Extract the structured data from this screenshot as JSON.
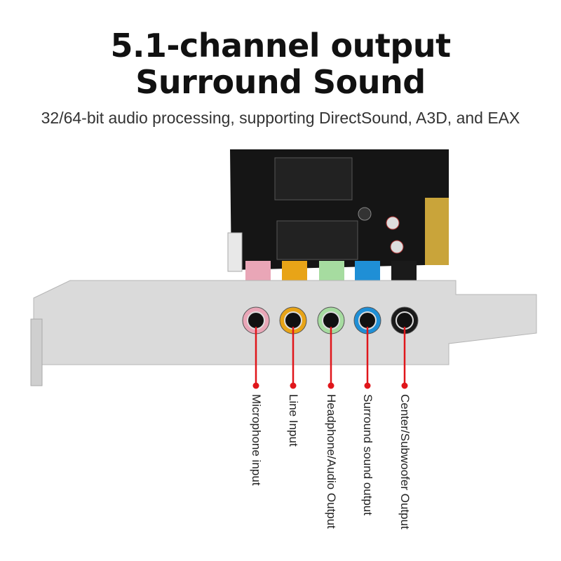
{
  "header": {
    "title_line1": "5.1-channel output",
    "title_line2": "Surround Sound",
    "subtitle": "32/64-bit audio processing, supporting DirectSound, A3D, and EAX"
  },
  "ports": [
    {
      "label": "Microphone input",
      "color": "#e9a6b7"
    },
    {
      "label": "Line Input",
      "color": "#e8a417"
    },
    {
      "label": "Headphone/Audio Output",
      "color": "#a6dca0"
    },
    {
      "label": "Surround sound output",
      "color": "#1f8fd6"
    },
    {
      "label": "Center/Subwoofer Output",
      "color": "#1a1a1a"
    }
  ],
  "colors": {
    "callout": "#e0161b",
    "pcb": "#151515",
    "bracket": "#d9d9d9"
  }
}
